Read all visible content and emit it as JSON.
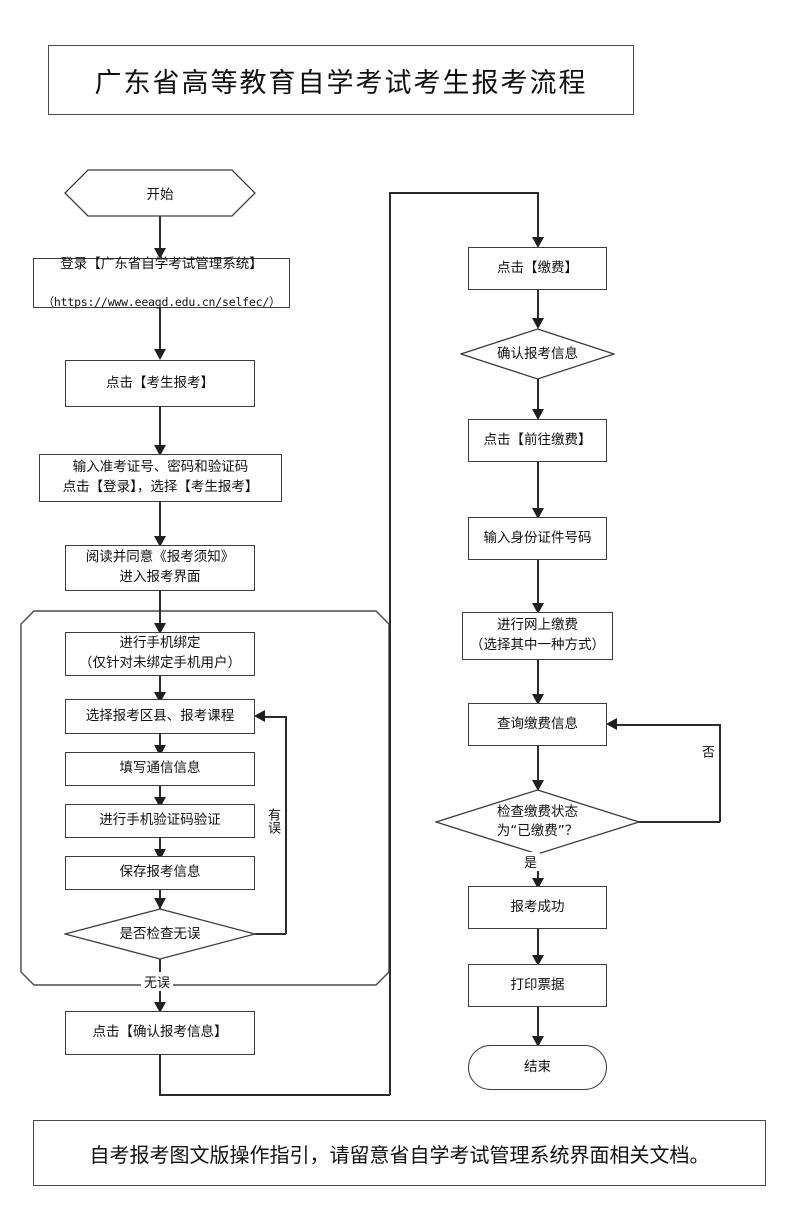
{
  "document": {
    "title": "广东省高等教育自学考试考生报考流程",
    "footer_note": "自考报考图文版操作指引，请留意省自学考试管理系统界面相关文档。"
  },
  "chart_data": {
    "type": "flowchart",
    "title": "广东省高等教育自学考试考生报考流程",
    "orientation": "two-column, left column then right column",
    "nodes": [
      {
        "id": "start",
        "shape": "hexagon",
        "label": "开始",
        "column": "left"
      },
      {
        "id": "login",
        "shape": "rect",
        "label": "登录【广东省自学考试管理系统】\n（https://www.eeagd.edu.cn/selfec/）",
        "column": "left"
      },
      {
        "id": "click-apply",
        "shape": "rect",
        "label": "点击【考生报考】",
        "column": "left"
      },
      {
        "id": "enter-credentials",
        "shape": "rect",
        "label": "输入准考证号、密码和验证码\n点击【登录】，选择【考生报考】",
        "column": "left"
      },
      {
        "id": "read-notice",
        "shape": "rect",
        "label": "阅读并同意《报考须知》\n进入报考界面",
        "column": "left"
      },
      {
        "id": "bind-phone",
        "shape": "rect",
        "label": "进行手机绑定\n（仅针对未绑定手机用户）",
        "column": "left",
        "group": "registration-group"
      },
      {
        "id": "select-course",
        "shape": "rect",
        "label": "选择报考区县、报考课程",
        "column": "left",
        "group": "registration-group"
      },
      {
        "id": "fill-contact",
        "shape": "rect",
        "label": "填写通信信息",
        "column": "left",
        "group": "registration-group"
      },
      {
        "id": "verify-sms",
        "shape": "rect",
        "label": "进行手机验证码验证",
        "column": "left",
        "group": "registration-group"
      },
      {
        "id": "save-info",
        "shape": "rect",
        "label": "保存报考信息",
        "column": "left",
        "group": "registration-group"
      },
      {
        "id": "check-ok",
        "shape": "diamond",
        "label": "是否检查无误",
        "column": "left",
        "group": "registration-group"
      },
      {
        "id": "confirm-info",
        "shape": "rect",
        "label": "点击【确认报考信息】",
        "column": "left"
      },
      {
        "id": "click-pay",
        "shape": "rect",
        "label": "点击【缴费】",
        "column": "right"
      },
      {
        "id": "confirm-apply",
        "shape": "diamond",
        "label": "确认报考信息",
        "column": "right"
      },
      {
        "id": "goto-pay",
        "shape": "rect",
        "label": "点击【前往缴费】",
        "column": "right"
      },
      {
        "id": "enter-id",
        "shape": "rect",
        "label": "输入身份证件号码",
        "column": "right"
      },
      {
        "id": "online-pay",
        "shape": "rect",
        "label": "进行网上缴费\n（选择其中一种方式）",
        "column": "right"
      },
      {
        "id": "query-pay",
        "shape": "rect",
        "label": "查询缴费信息",
        "column": "right"
      },
      {
        "id": "check-pay",
        "shape": "diamond",
        "label": "检查缴费状态\n为“已缴费”？",
        "column": "right"
      },
      {
        "id": "apply-success",
        "shape": "rect",
        "label": "报考成功",
        "column": "right"
      },
      {
        "id": "print-receipt",
        "shape": "rect",
        "label": "打印票据",
        "column": "right"
      },
      {
        "id": "end",
        "shape": "stadium",
        "label": "结束",
        "column": "right"
      }
    ],
    "edges": [
      {
        "from": "start",
        "to": "login",
        "label": ""
      },
      {
        "from": "login",
        "to": "click-apply",
        "label": ""
      },
      {
        "from": "click-apply",
        "to": "enter-credentials",
        "label": ""
      },
      {
        "from": "enter-credentials",
        "to": "read-notice",
        "label": ""
      },
      {
        "from": "read-notice",
        "to": "bind-phone",
        "label": ""
      },
      {
        "from": "bind-phone",
        "to": "select-course",
        "label": ""
      },
      {
        "from": "select-course",
        "to": "fill-contact",
        "label": ""
      },
      {
        "from": "fill-contact",
        "to": "verify-sms",
        "label": ""
      },
      {
        "from": "verify-sms",
        "to": "save-info",
        "label": ""
      },
      {
        "from": "save-info",
        "to": "check-ok",
        "label": ""
      },
      {
        "from": "check-ok",
        "to": "select-course",
        "label": "有误"
      },
      {
        "from": "check-ok",
        "to": "confirm-info",
        "label": "无误"
      },
      {
        "from": "confirm-info",
        "to": "click-pay",
        "label": ""
      },
      {
        "from": "click-pay",
        "to": "confirm-apply",
        "label": ""
      },
      {
        "from": "confirm-apply",
        "to": "goto-pay",
        "label": ""
      },
      {
        "from": "goto-pay",
        "to": "enter-id",
        "label": ""
      },
      {
        "from": "enter-id",
        "to": "online-pay",
        "label": ""
      },
      {
        "from": "online-pay",
        "to": "query-pay",
        "label": ""
      },
      {
        "from": "query-pay",
        "to": "check-pay",
        "label": ""
      },
      {
        "from": "check-pay",
        "to": "query-pay",
        "label": "否"
      },
      {
        "from": "check-pay",
        "to": "apply-success",
        "label": "是"
      },
      {
        "from": "apply-success",
        "to": "print-receipt",
        "label": ""
      },
      {
        "from": "print-receipt",
        "to": "end",
        "label": ""
      }
    ],
    "edge_labels": {
      "has_error": "有误",
      "no_error": "无误",
      "yes": "是",
      "no": "否"
    },
    "colors": {
      "border": "#3c3c3c",
      "connector": "#2b2b2b",
      "background": "#ffffff",
      "text": "#111111"
    }
  },
  "nodes": {
    "start": "开始",
    "login_line1": "登录【广东省自学考试管理系统】",
    "login_line2": "（https://www.eeagd.edu.cn/selfec/）",
    "click_apply": "点击【考生报考】",
    "enter_credentials": "输入准考证号、密码和验证码\n点击【登录】，选择【考生报考】",
    "read_notice": "阅读并同意《报考须知》\n进入报考界面",
    "bind_phone": "进行手机绑定\n（仅针对未绑定手机用户）",
    "select_course": "选择报考区县、报考课程",
    "fill_contact": "填写通信信息",
    "verify_sms": "进行手机验证码验证",
    "save_info": "保存报考信息",
    "check_ok": "是否检查无误",
    "confirm_info": "点击【确认报考信息】",
    "click_pay": "点击【缴费】",
    "confirm_apply": "确认报考信息",
    "goto_pay": "点击【前往缴费】",
    "enter_id": "输入身份证件号码",
    "online_pay": "进行网上缴费\n（选择其中一种方式）",
    "query_pay": "查询缴费信息",
    "check_pay": "检查缴费状态\n为“已缴费”？",
    "apply_success": "报考成功",
    "print_receipt": "打印票据",
    "end": "结束"
  },
  "labels": {
    "has_error": "有误",
    "no_error": "无误",
    "yes": "是",
    "no": "否"
  }
}
